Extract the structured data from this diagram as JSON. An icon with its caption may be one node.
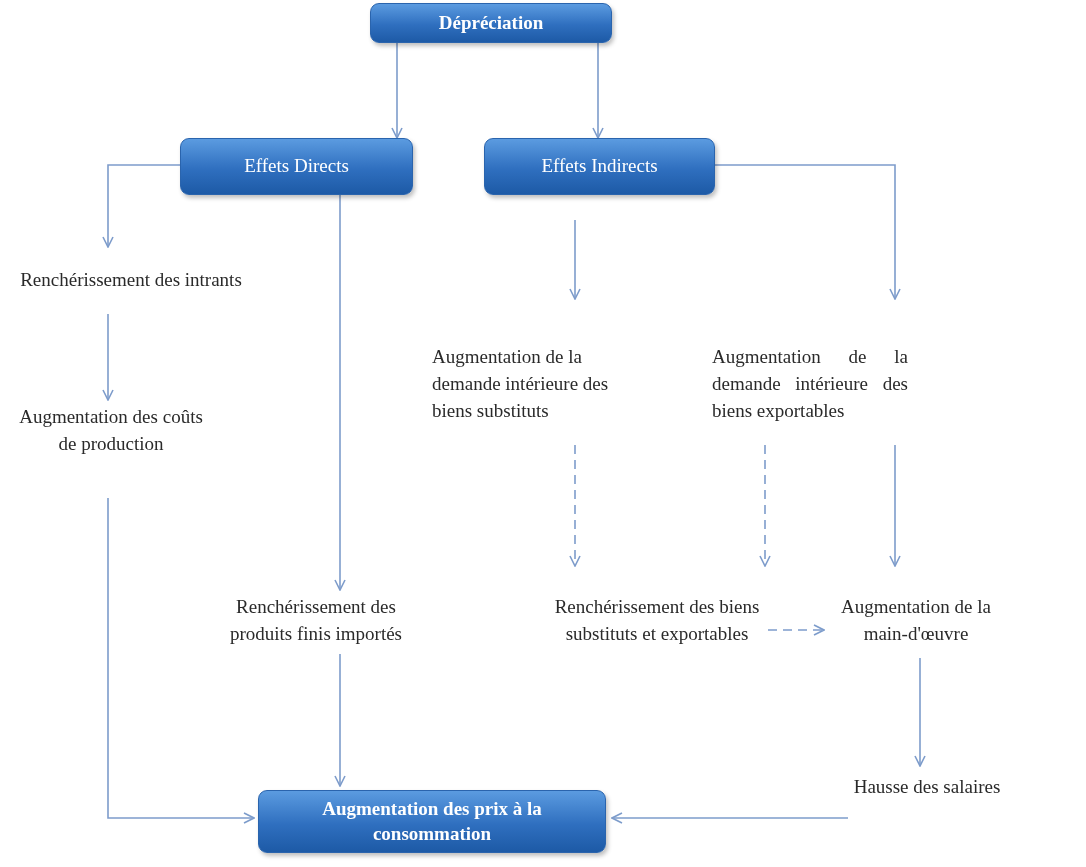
{
  "diagram": {
    "nodes": [
      {
        "text": [
          "Dépréciation"
        ]
      },
      {
        "text": [
          "Effets Directs"
        ]
      },
      {
        "text": [
          "Effets Indirects"
        ]
      },
      {
        "text": [
          "Renchérissement des intrants"
        ]
      },
      {
        "text": [
          "Augmentation des coûts de production"
        ]
      },
      {
        "text": [
          "Renchérissement des produits finis importés"
        ]
      },
      {
        "text": [
          "Augmentation de la demande intérieure des biens substituts"
        ]
      },
      {
        "text": [
          "Augmentation de la demande intérieure des biens exportables"
        ]
      },
      {
        "text": [
          "Renchérissement des biens substituts et exportables"
        ]
      },
      {
        "text": [
          "Augmentation de la main-d'œuvre"
        ]
      },
      {
        "text": [
          "Hausse des salaires"
        ]
      },
      {
        "text": [
          "Augmentation des prix à la consommation"
        ]
      }
    ],
    "edges": [
      {
        "from": 0,
        "to": 1,
        "arrow": "to"
      },
      {
        "from": 0,
        "to": 2,
        "arrow": "to"
      },
      {
        "from": 1,
        "to": 3,
        "arrow": "to"
      },
      {
        "from": 3,
        "to": 4,
        "arrow": "to"
      },
      {
        "from": 1,
        "to": 5,
        "arrow": "to"
      },
      {
        "from": 2,
        "to": 6,
        "arrow": "to"
      },
      {
        "from": 2,
        "to": 7,
        "arrow": "to"
      },
      {
        "from": 6,
        "to": 8,
        "arrow": "to",
        "style": "dashed"
      },
      {
        "from": 7,
        "to": 8,
        "arrow": "to",
        "style": "dashed"
      },
      {
        "from": 7,
        "to": 9,
        "arrow": "to"
      },
      {
        "from": 8,
        "to": 9,
        "arrow": "to",
        "style": "dashed"
      },
      {
        "from": 9,
        "to": 10,
        "arrow": "to"
      },
      {
        "from": 4,
        "to": 11,
        "arrow": "to"
      },
      {
        "from": 5,
        "to": 11,
        "arrow": "to"
      },
      {
        "from": 10,
        "to": 11,
        "arrow": "to"
      }
    ]
  }
}
